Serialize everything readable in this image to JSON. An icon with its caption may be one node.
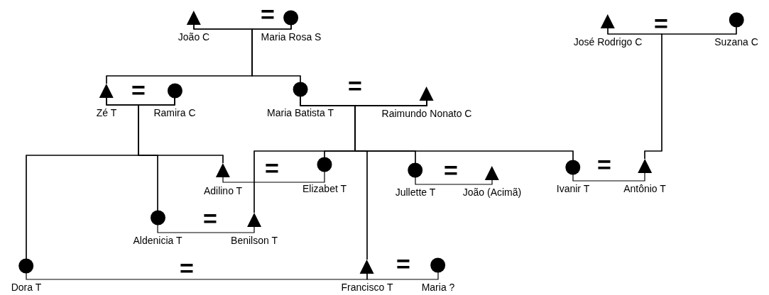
{
  "diagram": {
    "nodes": [
      {
        "text": [
          "João C"
        ]
      },
      {
        "text": [
          "Maria Rosa S"
        ]
      },
      {
        "text": [
          "José Rodrigo C"
        ]
      },
      {
        "text": [
          "Suzana C"
        ]
      },
      {
        "text": [
          "Zé T"
        ]
      },
      {
        "text": [
          "Ramira C"
        ]
      },
      {
        "text": [
          "Maria Batista T"
        ]
      },
      {
        "text": [
          "Raimundo Nonato C"
        ]
      },
      {
        "text": [
          "Adilino T"
        ]
      },
      {
        "text": [
          "Elizabet T"
        ]
      },
      {
        "text": [
          "Jullette T"
        ]
      },
      {
        "text": [
          "João (Acimã)"
        ]
      },
      {
        "text": [
          "Ivanir T"
        ]
      },
      {
        "text": [
          "Antônio T"
        ]
      },
      {
        "text": [
          "Aldenicia T"
        ]
      },
      {
        "text": [
          "Benilson T"
        ]
      },
      {
        "text": [
          "Dora T"
        ]
      },
      {
        "text": [
          "Francisco T"
        ]
      },
      {
        "text": [
          "Maria ?"
        ]
      }
    ],
    "edges": [
      {
        "from": 0,
        "to": 1,
        "arrow": "none",
        "label": "="
      },
      {
        "from": 0,
        "to": 4,
        "arrow": "none"
      },
      {
        "from": 1,
        "to": 4,
        "arrow": "none"
      },
      {
        "from": 0,
        "to": 6,
        "arrow": "none"
      },
      {
        "from": 1,
        "to": 6,
        "arrow": "none"
      },
      {
        "from": 2,
        "to": 3,
        "arrow": "none",
        "label": "="
      },
      {
        "from": 2,
        "to": 13,
        "arrow": "none"
      },
      {
        "from": 3,
        "to": 13,
        "arrow": "none"
      },
      {
        "from": 4,
        "to": 5,
        "arrow": "none",
        "label": "="
      },
      {
        "from": 4,
        "to": 16,
        "arrow": "none"
      },
      {
        "from": 5,
        "to": 16,
        "arrow": "none"
      },
      {
        "from": 4,
        "to": 14,
        "arrow": "none"
      },
      {
        "from": 5,
        "to": 14,
        "arrow": "none"
      },
      {
        "from": 4,
        "to": 8,
        "arrow": "none"
      },
      {
        "from": 5,
        "to": 8,
        "arrow": "none"
      },
      {
        "from": 6,
        "to": 7,
        "arrow": "none",
        "label": "="
      },
      {
        "from": 6,
        "to": 15,
        "arrow": "none"
      },
      {
        "from": 7,
        "to": 15,
        "arrow": "none"
      },
      {
        "from": 6,
        "to": 9,
        "arrow": "none"
      },
      {
        "from": 7,
        "to": 9,
        "arrow": "none"
      },
      {
        "from": 6,
        "to": 17,
        "arrow": "none"
      },
      {
        "from": 7,
        "to": 17,
        "arrow": "none"
      },
      {
        "from": 6,
        "to": 10,
        "arrow": "none"
      },
      {
        "from": 7,
        "to": 10,
        "arrow": "none"
      },
      {
        "from": 6,
        "to": 12,
        "arrow": "none"
      },
      {
        "from": 7,
        "to": 12,
        "arrow": "none"
      },
      {
        "from": 8,
        "to": 9,
        "arrow": "none",
        "label": "="
      },
      {
        "from": 10,
        "to": 11,
        "arrow": "none",
        "label": "="
      },
      {
        "from": 12,
        "to": 13,
        "arrow": "none",
        "label": "="
      },
      {
        "from": 14,
        "to": 15,
        "arrow": "none",
        "label": "="
      },
      {
        "from": 16,
        "to": 17,
        "arrow": "none",
        "label": "="
      },
      {
        "from": 17,
        "to": 18,
        "arrow": "none",
        "label": "="
      }
    ]
  }
}
